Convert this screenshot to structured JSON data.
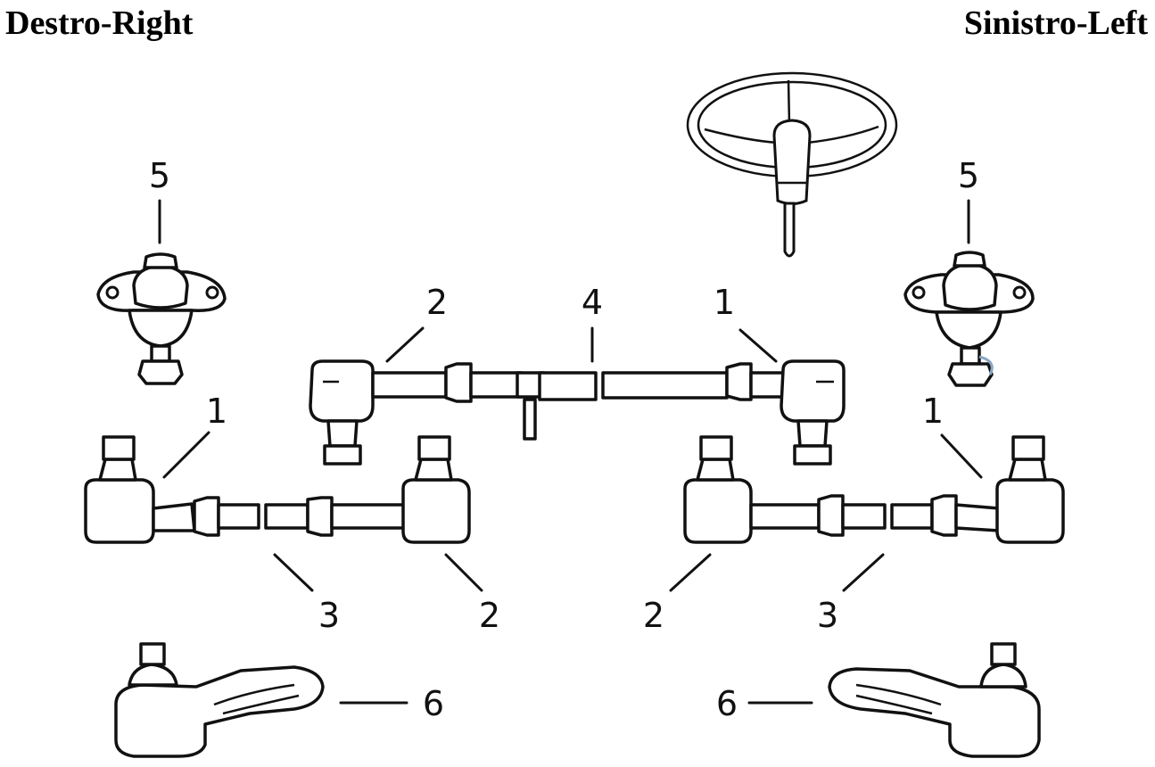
{
  "header": {
    "right_title": "Destro-Right",
    "left_title": "Sinistro-Left"
  },
  "callouts": {
    "c1": "1",
    "c2": "2",
    "c3": "3",
    "c4": "4",
    "c5": "5",
    "c6": "6"
  },
  "parts": [
    "steering-wheel",
    "ball-joint",
    "tie-rod-end",
    "tie-rod",
    "center-track-rod",
    "idler-arm"
  ]
}
